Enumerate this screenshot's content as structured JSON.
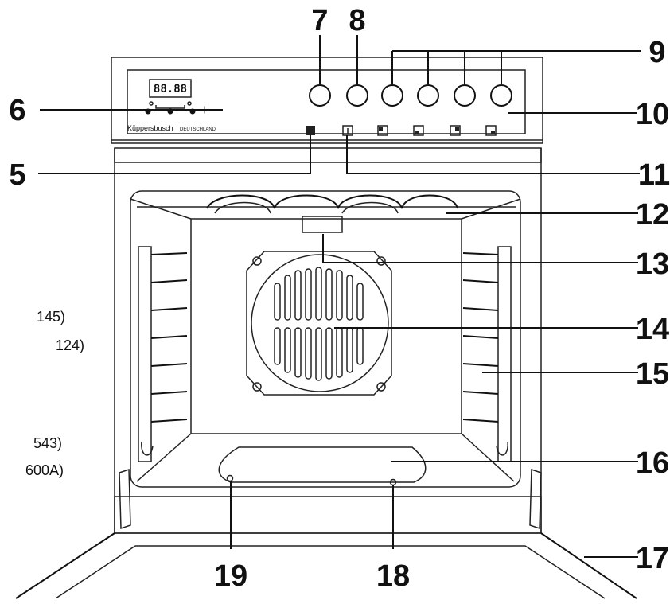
{
  "callouts": {
    "c5": "5",
    "c6": "6",
    "c7": "7",
    "c8": "8",
    "c9": "9",
    "c10": "10",
    "c11": "11",
    "c12": "12",
    "c13": "13",
    "c14": "14",
    "c15": "15",
    "c16": "16",
    "c17": "17",
    "c18": "18",
    "c19": "19"
  },
  "side_notes": [
    "145)",
    "124)",
    "543)",
    "600A)"
  ],
  "panel": {
    "clock_display": "88.88",
    "minus": "−",
    "plus": "+",
    "brand": "Küppersbusch",
    "brand_sub": "DEUTSCHLAND"
  }
}
